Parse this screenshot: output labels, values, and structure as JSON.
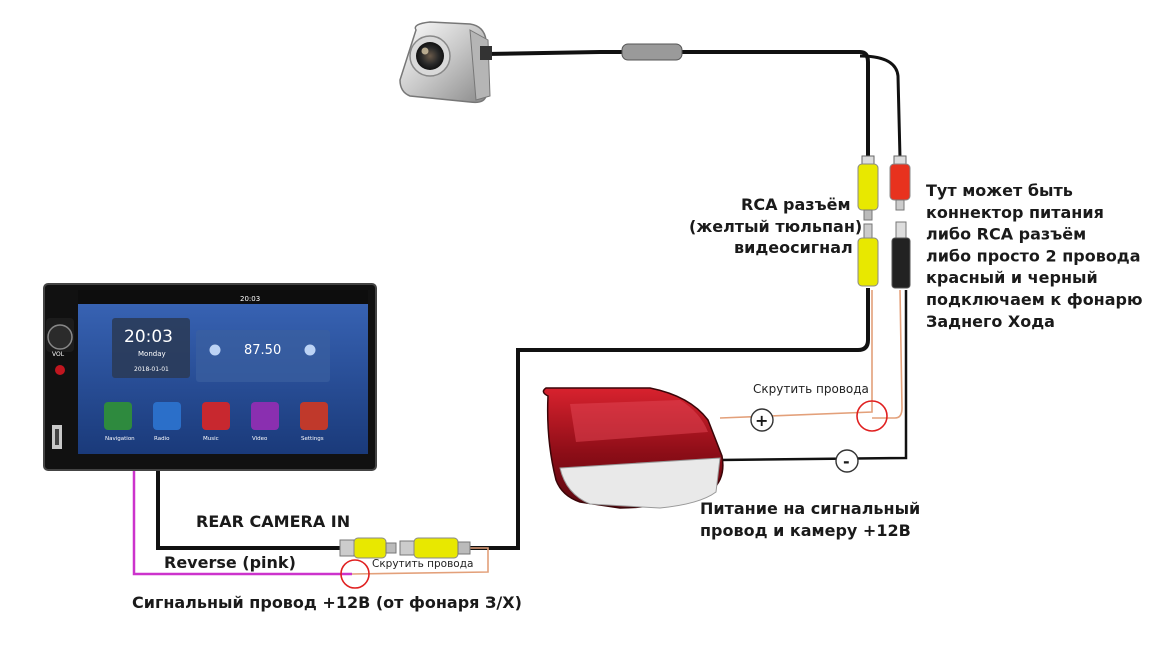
{
  "labels": {
    "rca_title": "RCA разъём",
    "rca_sub": "(желтый тюльпан)",
    "rca_sub2": "видеосигнал",
    "note_lines": [
      "Тут может быть",
      "коннектор питания",
      "либо RCA разъём",
      "либо просто 2 провода",
      "красный и черный",
      "подключаем  к фонарю",
      "Заднего Хода"
    ],
    "twist_top": "Скрутить провода",
    "twist_bottom": "Скрутить провода",
    "power_line1": "Питание на сигнальный",
    "power_line2": "провод и камеру +12В",
    "rear_camera_in": "REAR CAMERA IN",
    "reverse_pink": "Reverse (pink)",
    "signal_wire": "Сигнальный провод +12В (от фонаря З/Х)",
    "plus_symbol": "+",
    "minus_symbol": "-"
  },
  "head_unit": {
    "time": "20:03",
    "day": "Monday",
    "date": "2018-01-01",
    "status_time": "20:03",
    "frequency": "87.50",
    "vol_label": "VOL",
    "apps": [
      {
        "label": "Navigation",
        "icon": "navigation-icon"
      },
      {
        "label": "Radio",
        "icon": "radio-icon"
      },
      {
        "label": "Music",
        "icon": "music-icon"
      },
      {
        "label": "Video",
        "icon": "video-icon"
      },
      {
        "label": "Settings",
        "icon": "settings-icon"
      }
    ]
  },
  "colors": {
    "wire_black": "#111111",
    "wire_pink": "#cc33cc",
    "wire_thin": "#e3a07a",
    "rca_yellow": "#e8e800",
    "rca_red": "#e8321e",
    "circle_red": "#e02020",
    "taillight_red": "#b0101c"
  }
}
